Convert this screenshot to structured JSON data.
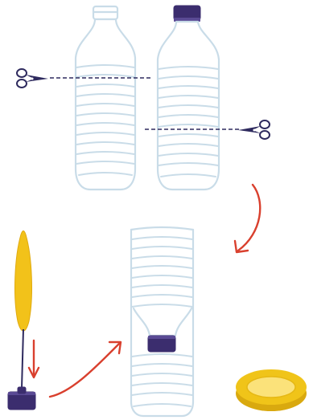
{
  "colors": {
    "bottle_outline": "#c9dce8",
    "bottle_fill": "#ffffff",
    "cap": "#3b2d6e",
    "cap_highlight": "#5a4a94",
    "arrow": "#d9402e",
    "cut_line": "#2e2a5e",
    "scissors": "#2e2a5e",
    "tape": "#f0c419",
    "tape_inner": "#fbe27a",
    "leaf": "#f2c21a",
    "stem": "#2e2a5e"
  },
  "steps": [
    {
      "id": "cut-bottle",
      "icon": "scissors-icon"
    },
    {
      "id": "assemble",
      "icon": "arrow-icon"
    },
    {
      "id": "insert-seedling",
      "icon": "seedling-icon"
    },
    {
      "id": "tape",
      "icon": "tape-roll-icon"
    }
  ]
}
